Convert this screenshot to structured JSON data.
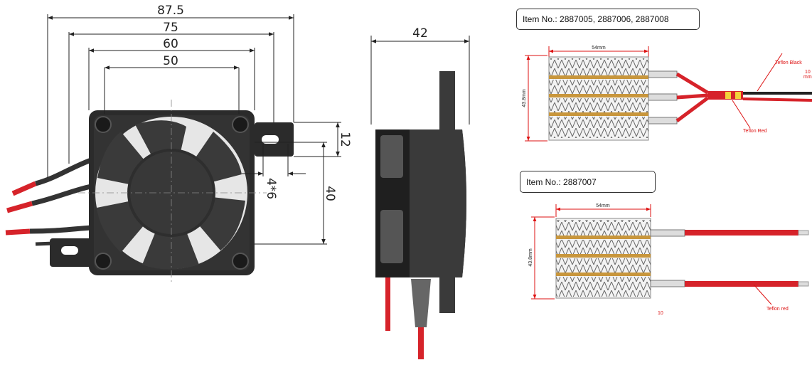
{
  "fan_drawing": {
    "dims": {
      "d875": "87.5",
      "d75": "75",
      "d60": "60",
      "d50": "50",
      "d12": "12",
      "d40": "40",
      "d46": "4*6"
    }
  },
  "side_drawing": {
    "dims": {
      "d42": "42"
    }
  },
  "heater_top": {
    "item_label": "Item No.: 2887005, 2887006, 2887008",
    "width_label": "54mm",
    "height_label": "43.8mm",
    "wire_label_black": "Teflon Black",
    "wire_label_red": "Teflon Red",
    "edge_label": "10\nmm"
  },
  "heater_bottom": {
    "item_label": "Item No.: 2887007",
    "width_label": "54mm",
    "height_label": "43.8mm",
    "wire_label_red": "Teflon red",
    "bottom_label": "10"
  },
  "colors": {
    "fan_body": "#2b2b2b",
    "wire_red": "#d6232a",
    "heater_fin": "#c8963c",
    "dim_red": "#e01b1b"
  }
}
